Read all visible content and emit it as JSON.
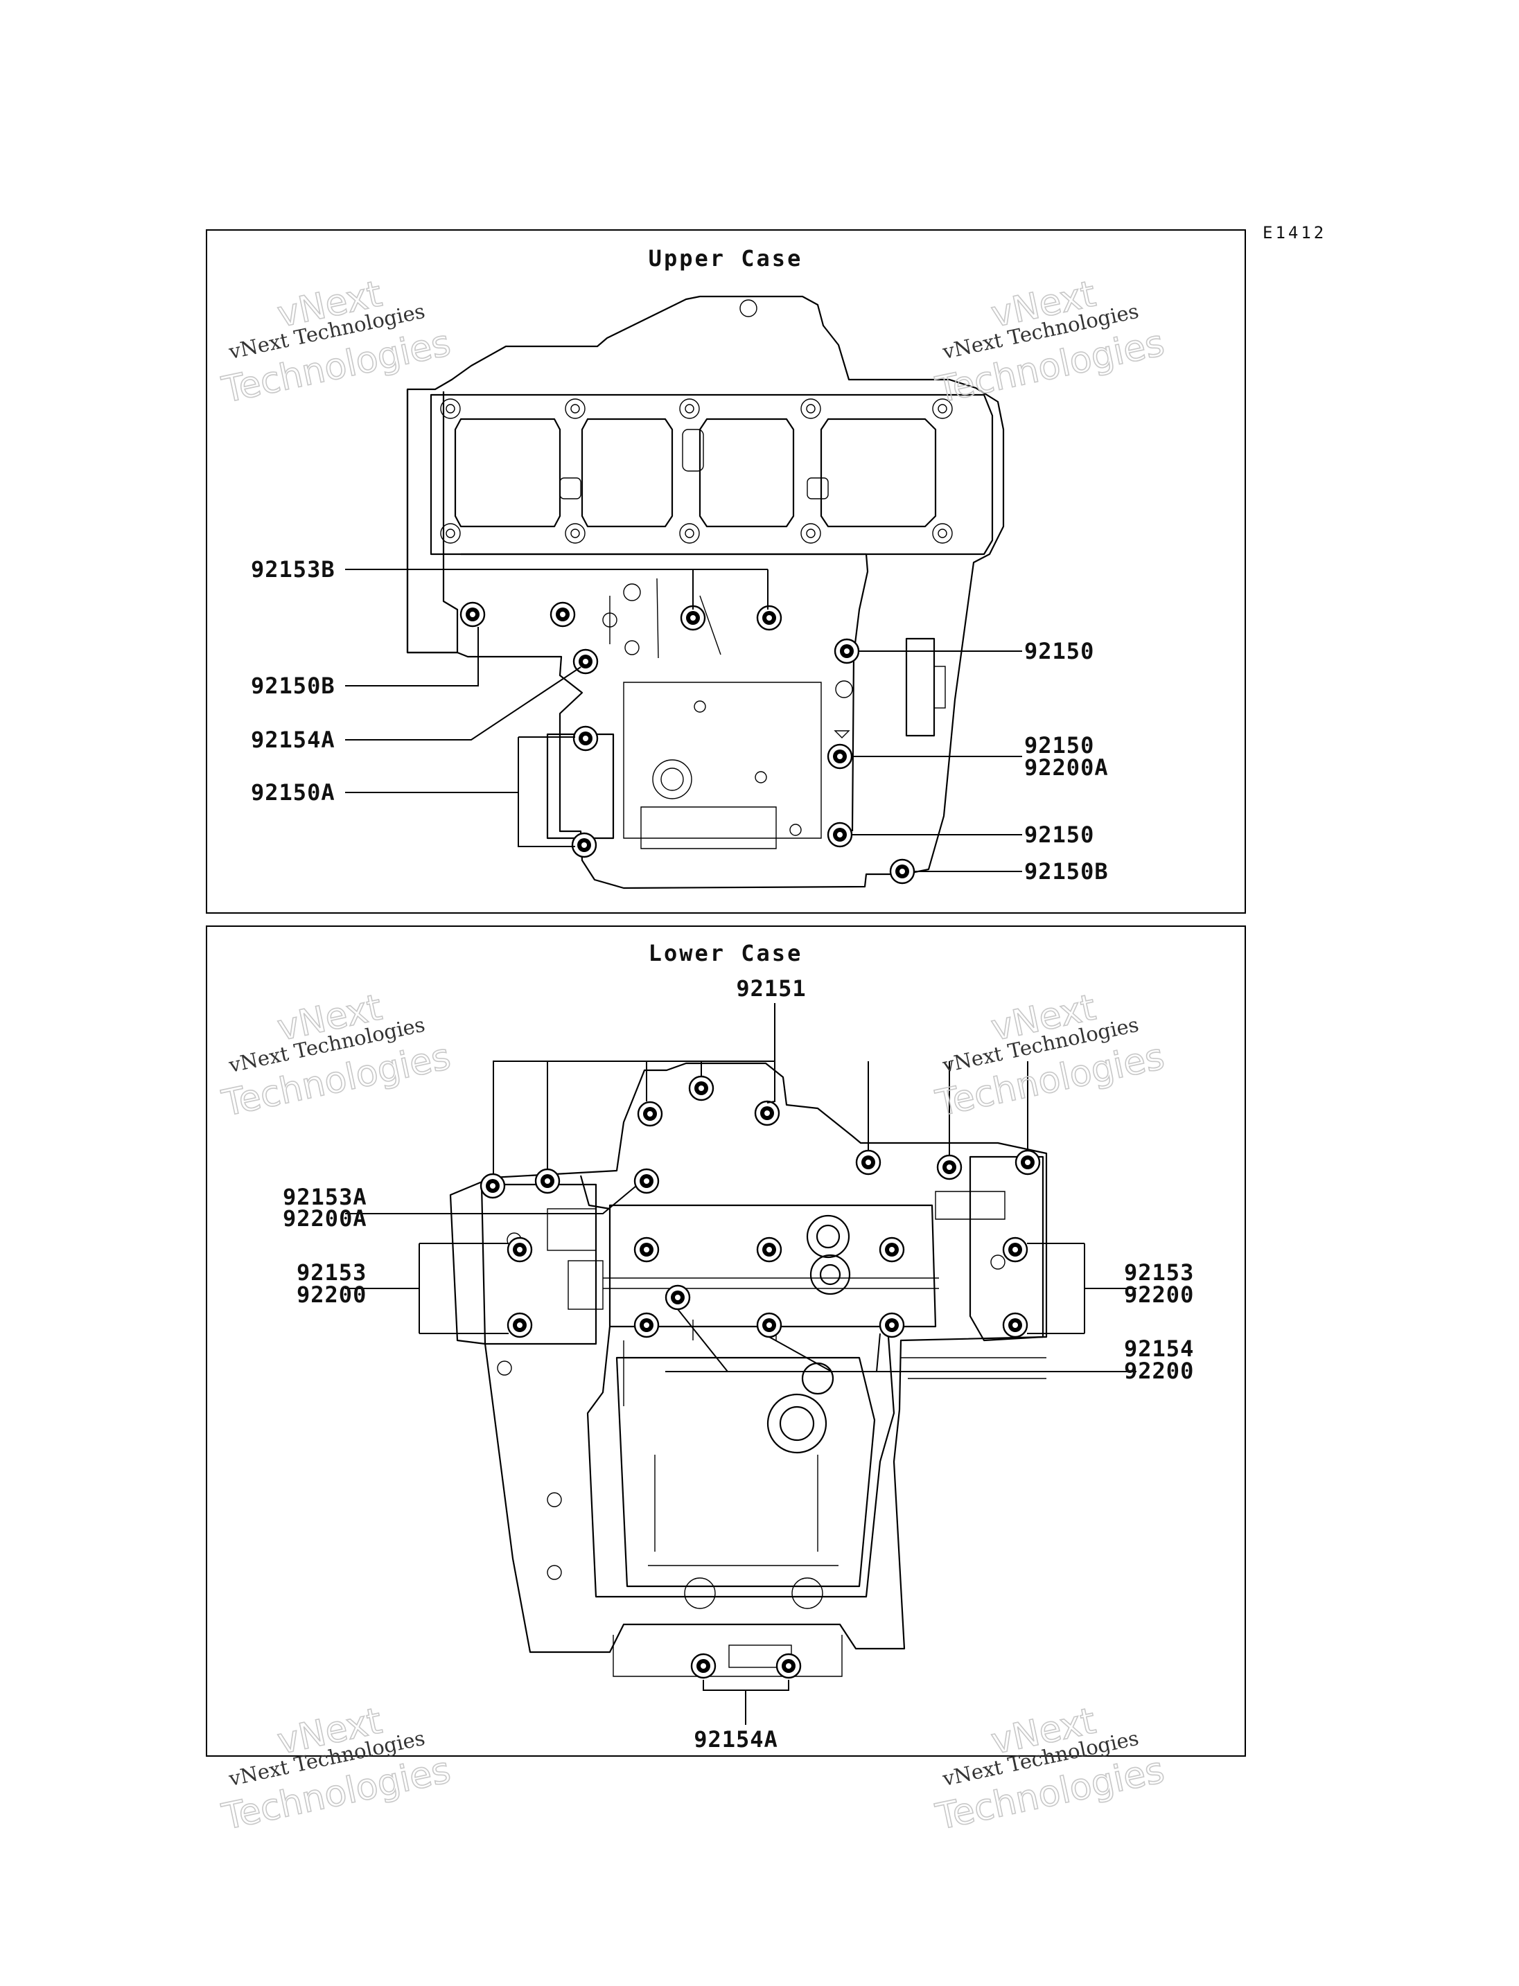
{
  "figure_code": "E1412",
  "watermark": {
    "line1": "vNext",
    "line2": "vNext Technologies",
    "line3": "Technologies"
  },
  "upper_case": {
    "title": "Upper Case",
    "labels": {
      "l1": "92153B",
      "l2": "92150B",
      "l3": "92154A",
      "l4": "92150A",
      "r1": "92150",
      "r2a": "92150",
      "r2b": "92200A",
      "r3": "92150",
      "r4": "92150B"
    }
  },
  "lower_case": {
    "title": "Lower Case",
    "labels": {
      "top": "92151",
      "l1a": "92153A",
      "l1b": "92200A",
      "l2a": "92153",
      "l2b": "92200",
      "r1a": "92153",
      "r1b": "92200",
      "r2a": "92154",
      "r2b": "92200",
      "bottom": "92154A"
    }
  }
}
